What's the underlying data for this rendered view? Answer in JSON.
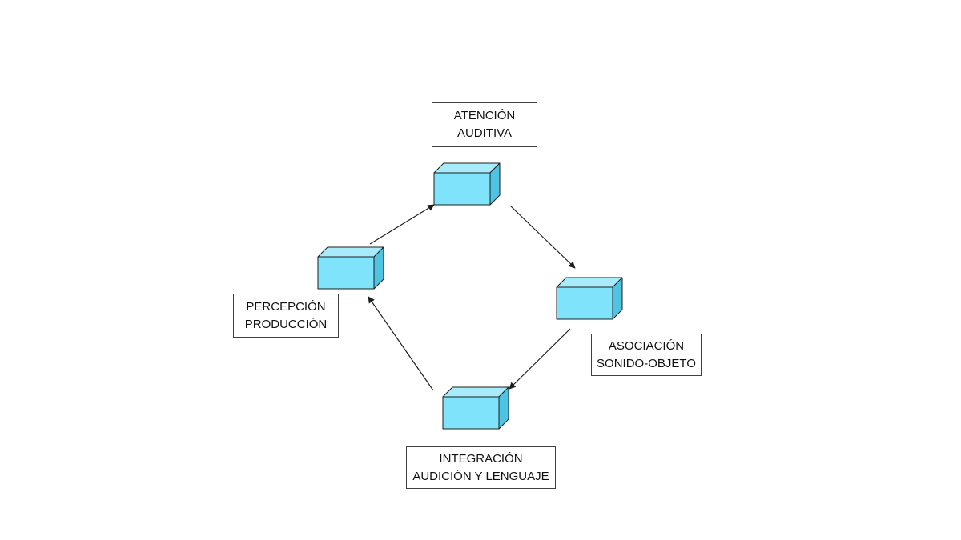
{
  "colors": {
    "cube_front": "#7fe4fb",
    "cube_side": "#4fc3e2",
    "cube_top": "#a8ecfc",
    "cube_stroke": "#1e1e1e",
    "arrow": "#1e1e1e",
    "label_border": "#404040"
  },
  "stages": [
    {
      "id": "atencion",
      "line1": "ATENCIÓN",
      "line2": "AUDITIVA"
    },
    {
      "id": "asociacion",
      "line1": "ASOCIACIÓN",
      "line2": "SONIDO-OBJETO"
    },
    {
      "id": "integracion",
      "line1": "INTEGRACIÓN",
      "line2": "AUDICIÓN Y LENGUAJE"
    },
    {
      "id": "percepcion",
      "line1": "PERCEPCIÓN",
      "line2": "PRODUCCIÓN"
    }
  ],
  "flow": [
    {
      "from": "atencion",
      "to": "asociacion"
    },
    {
      "from": "asociacion",
      "to": "integracion"
    },
    {
      "from": "integracion",
      "to": "percepcion"
    },
    {
      "from": "percepcion",
      "to": "atencion"
    }
  ]
}
